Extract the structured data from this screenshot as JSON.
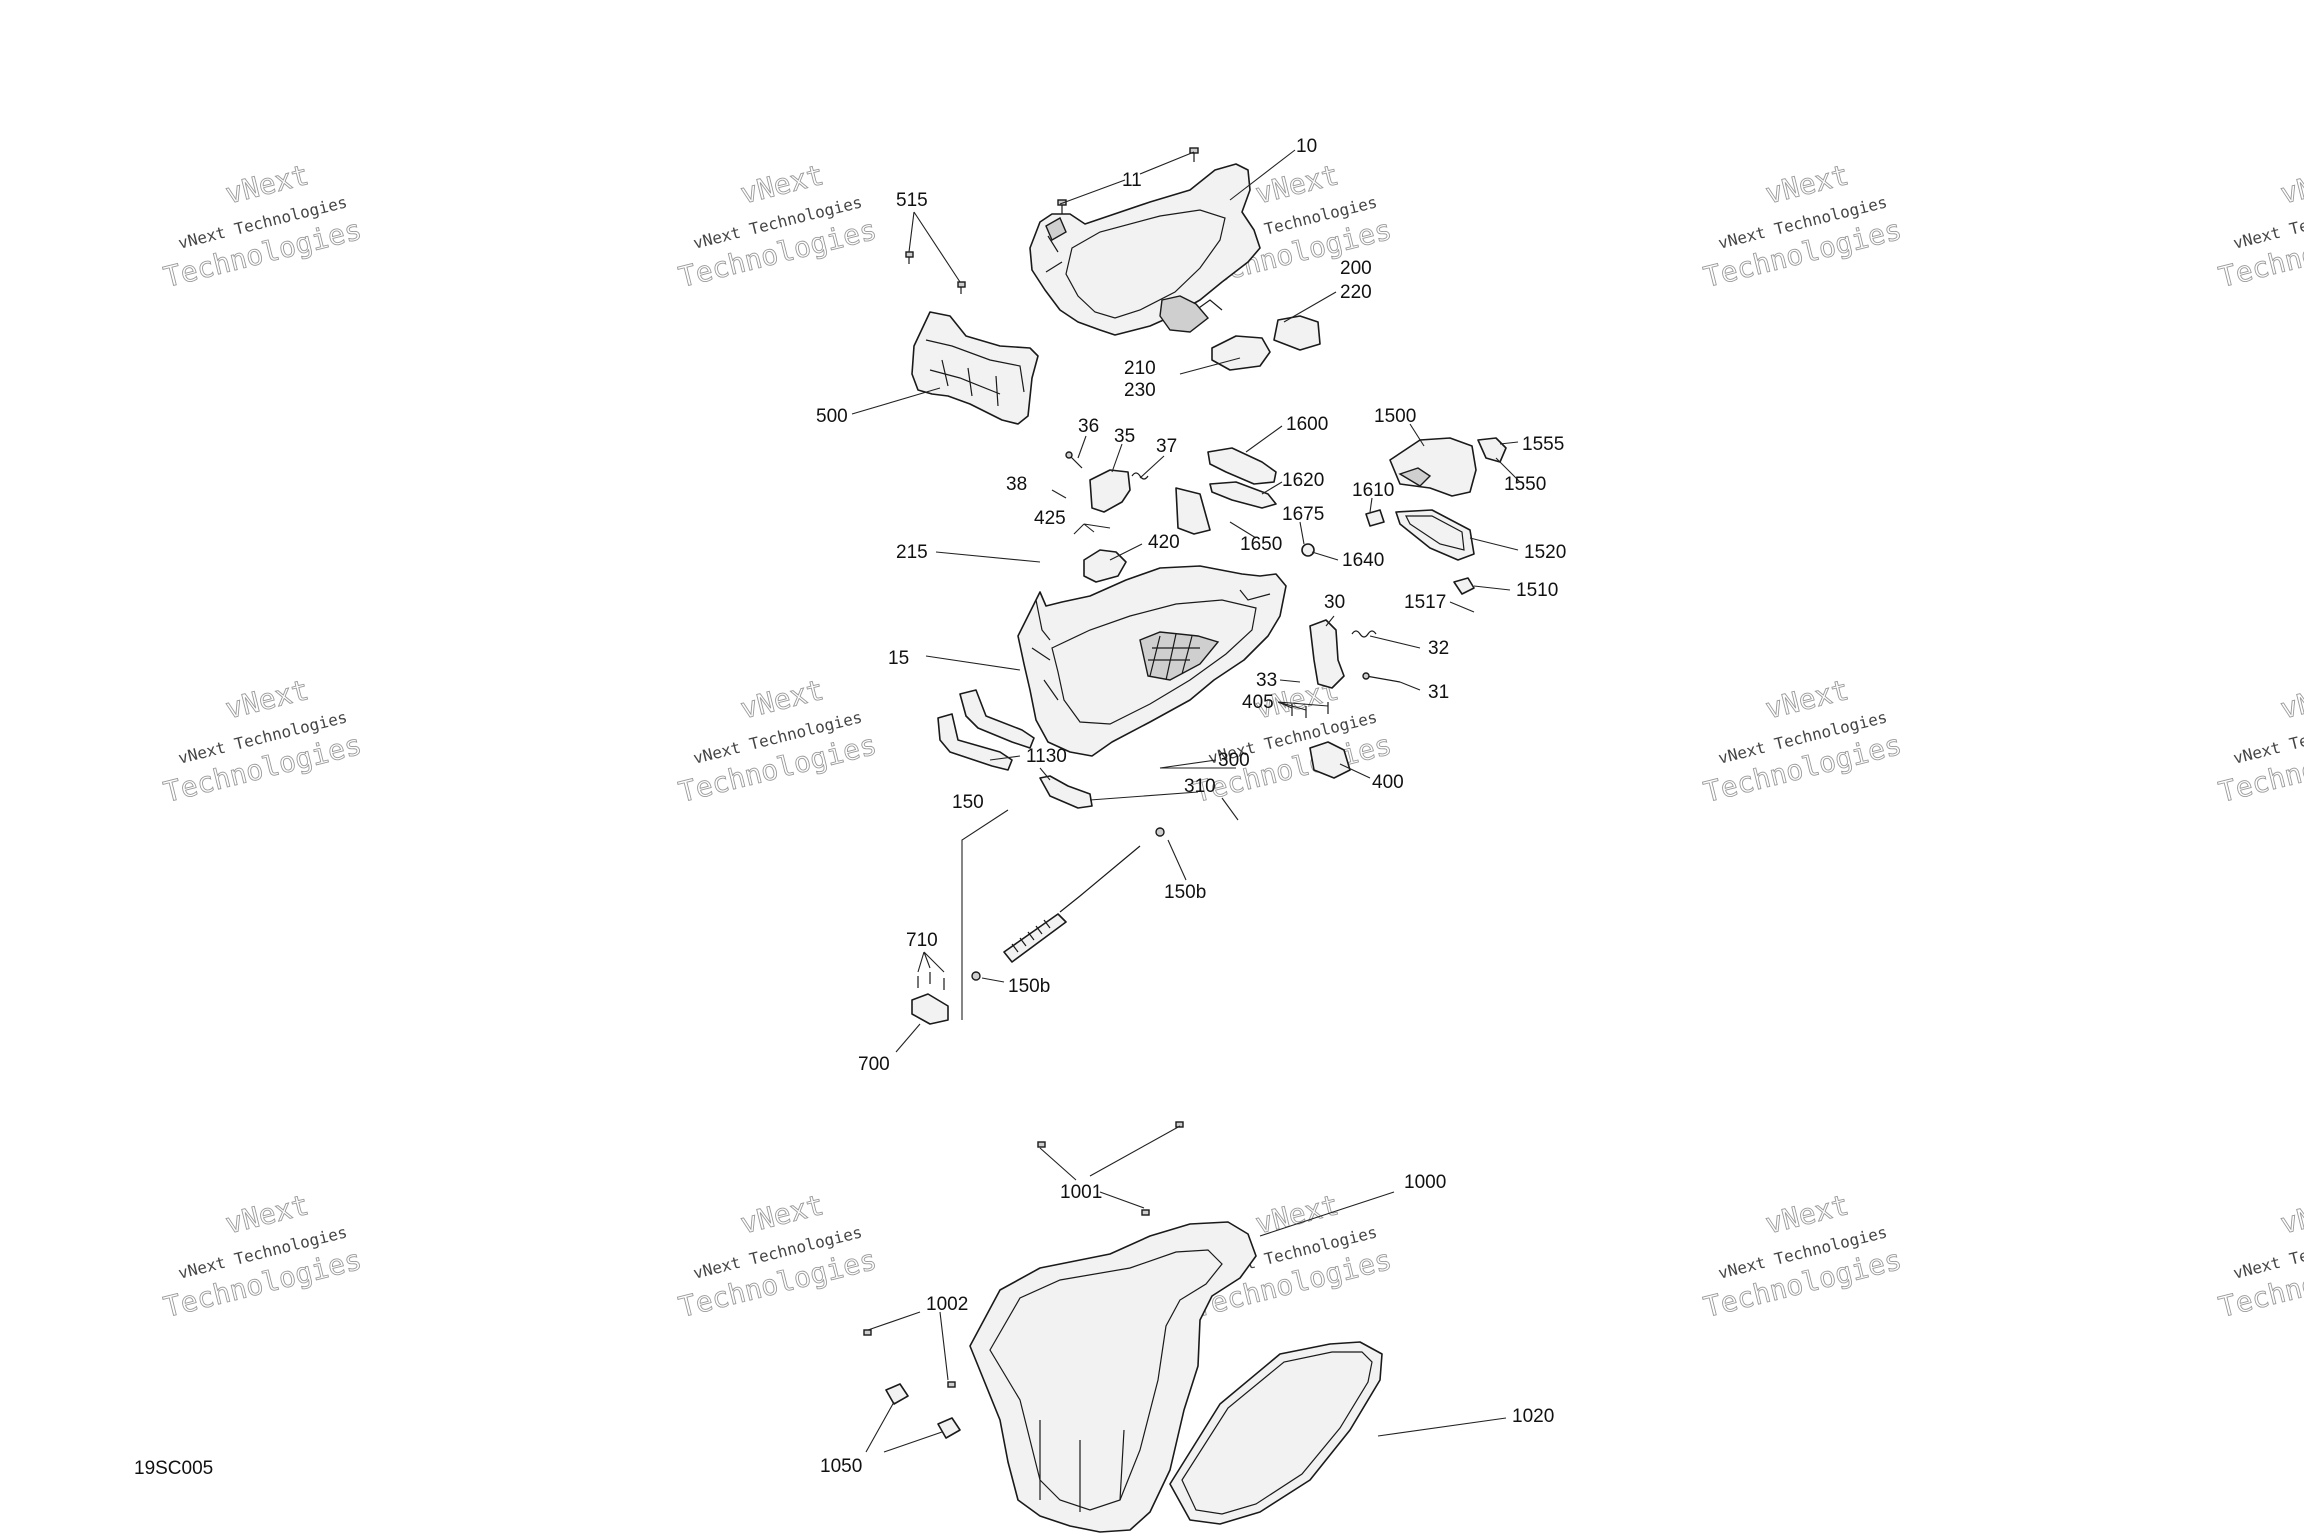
{
  "diagram": {
    "code": "19SC005",
    "watermark": {
      "line1": "vNext",
      "line2": "vNext Technologies",
      "line3": "Technologies"
    },
    "labels": [
      {
        "id": "10",
        "text": "10"
      },
      {
        "id": "11",
        "text": "11"
      },
      {
        "id": "515",
        "text": "515"
      },
      {
        "id": "200",
        "text": "200"
      },
      {
        "id": "220",
        "text": "220"
      },
      {
        "id": "210",
        "text": "210"
      },
      {
        "id": "230",
        "text": "230"
      },
      {
        "id": "500",
        "text": "500"
      },
      {
        "id": "36",
        "text": "36"
      },
      {
        "id": "35",
        "text": "35"
      },
      {
        "id": "37",
        "text": "37"
      },
      {
        "id": "1600",
        "text": "1600"
      },
      {
        "id": "1500",
        "text": "1500"
      },
      {
        "id": "1555",
        "text": "1555"
      },
      {
        "id": "38",
        "text": "38"
      },
      {
        "id": "1620",
        "text": "1620"
      },
      {
        "id": "1610",
        "text": "1610"
      },
      {
        "id": "1550",
        "text": "1550"
      },
      {
        "id": "425",
        "text": "425"
      },
      {
        "id": "1675",
        "text": "1675"
      },
      {
        "id": "420",
        "text": "420"
      },
      {
        "id": "1650",
        "text": "1650"
      },
      {
        "id": "215",
        "text": "215"
      },
      {
        "id": "1640",
        "text": "1640"
      },
      {
        "id": "1520",
        "text": "1520"
      },
      {
        "id": "1510",
        "text": "1510"
      },
      {
        "id": "1517",
        "text": "1517"
      },
      {
        "id": "30",
        "text": "30"
      },
      {
        "id": "15",
        "text": "15"
      },
      {
        "id": "32",
        "text": "32"
      },
      {
        "id": "33",
        "text": "33"
      },
      {
        "id": "31",
        "text": "31"
      },
      {
        "id": "405",
        "text": "405"
      },
      {
        "id": "1130",
        "text": "1130"
      },
      {
        "id": "300",
        "text": "300"
      },
      {
        "id": "400",
        "text": "400"
      },
      {
        "id": "310",
        "text": "310"
      },
      {
        "id": "150",
        "text": "150"
      },
      {
        "id": "150b_a",
        "text": "150b"
      },
      {
        "id": "710",
        "text": "710"
      },
      {
        "id": "150b_b",
        "text": "150b"
      },
      {
        "id": "700",
        "text": "700"
      },
      {
        "id": "1001",
        "text": "1001"
      },
      {
        "id": "1000",
        "text": "1000"
      },
      {
        "id": "1002",
        "text": "1002"
      },
      {
        "id": "1020",
        "text": "1020"
      },
      {
        "id": "1050",
        "text": "1050"
      }
    ]
  }
}
